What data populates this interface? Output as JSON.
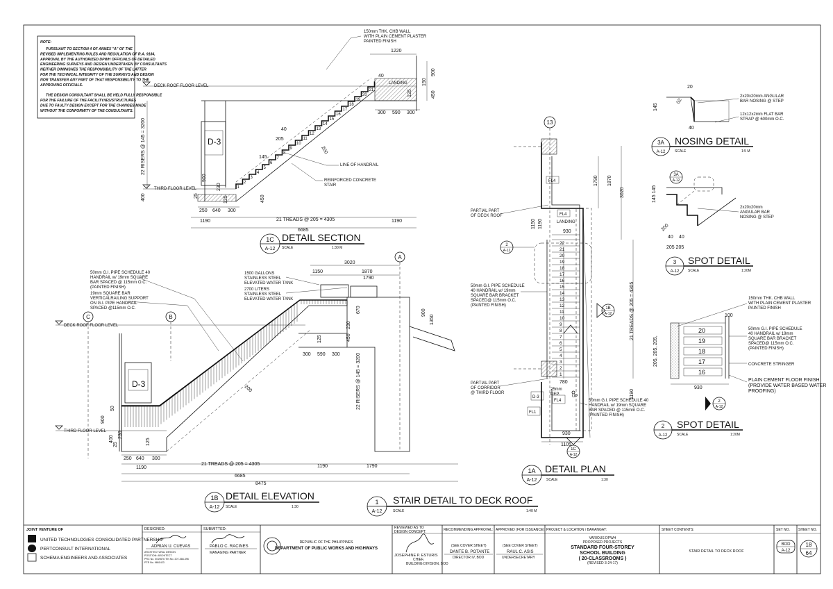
{
  "note": {
    "heading": "NOTE:",
    "lines": [
      "PURSUANT TO SECTION 4 OF ANNEX \"A\" OF THE",
      "REVISED IMPLEMENTING RULES AND REGULATION OF R.A. 9184,",
      "APPROVAL BY THE AUTHORIZED DPWH OFFICIALS OF DETAILED",
      "ENGINEERING SURVEYS AND DESIGN UNDERTAKEN BY CONSULTANTS",
      "NEITHER DIMINISHES THE RESPONSIBILITY OF THE LATTER",
      "FOR THE TECHNICAL INTEGRITY OF THE SURVEYS AND DESIGN",
      "NOR TRANSFER ANY PART OF THAT RESPONSIBILITY TO THE",
      "APPROVING OFFICIALS.",
      "",
      "THE DESIGN CONSULTANT SHALL BE HELD FULLY RESPONSIBLE",
      "FOR THE FAILURE OF THE FACILITY/IES/STRUCTURES",
      "DUE TO FAULTY DESIGN EXCEPT FOR THE CHANGES MADE",
      "WITHOUT THE CONFORMITY OF THE CONSULTANTS."
    ]
  },
  "section1c": {
    "wall_note": [
      "150mm THK. CHB WALL",
      "WITH PLAIN CEMENT PLASTER",
      "PAINTED FINISH"
    ],
    "deck_level": "DECK ROOF FLOOR LEVEL",
    "third_level": "THIRD FLOOR LEVEL",
    "door": "D-3",
    "landing": "LANDING",
    "handrail": "LINE OF HANDRAIL",
    "stair": [
      "REINFORCED CONCRETE",
      "STAIR"
    ],
    "risers": "22 RISERS @ 145 = 3200",
    "treads": "21 TREADS @ 205 = 4305",
    "d1220": "1220",
    "d40": "40",
    "d300a": "300",
    "d590": "590",
    "d300b": "300",
    "d900": "900",
    "d150": "150",
    "d450": "450",
    "d125": "125",
    "d250": "250",
    "d640": "640",
    "d300c": "300",
    "d1190a": "1190",
    "d1190b": "1190",
    "d6685": "6685",
    "d400": "400",
    "d230": "230",
    "d25": "25",
    "d145": "145",
    "d205": "205",
    "d40b": "40",
    "title_tag": "1C",
    "title_ref": "A-12",
    "title": "DETAIL SECTION",
    "scale_label": "SCALE",
    "scale": "1:30 M"
  },
  "elev1b": {
    "pipe_note": [
      "50mm G.I. PIPE SCHEDULE 40",
      "HANDRAIL w/ 19mm SQUARE",
      "BAR SPACED @ 115mm O.C.",
      "(PAINTED FINISH)"
    ],
    "bar_note": [
      "19mm SQUARE BAR",
      "VERTICALRAILING SUPPORT",
      "ON G.I. PIPE HANDRAIL",
      "SPACED @115mm O.C."
    ],
    "tank1": [
      "1500 GALLONS",
      "STAINLESS STEEL",
      "ELEVATED WATER TANK"
    ],
    "tank2": [
      "2700 LITERS",
      "STAINLESS STEEL",
      "ELEVATED WATER TANK"
    ],
    "deck_level": "DECK ROOF FLOOR LEVEL",
    "third_level": "THIRD FLOOR LEVEL",
    "door": "D-3",
    "grid_c": "C",
    "grid_b": "B",
    "grid_a": "A",
    "risers": "22 RISERS @ 145 = 3200",
    "treads": "21 TREADS @ 205 = 4305",
    "d3020": "3020",
    "d1150": "1150",
    "d1870": "1870",
    "d1790a": "1790",
    "d670": "670",
    "d230": "230",
    "d450": "450",
    "d125": "125",
    "d900": "900",
    "d1350": "1350",
    "d300a": "300",
    "d590": "590",
    "d300b": "300",
    "d200": "200",
    "d50": "50",
    "d900b": "900",
    "d250": "250",
    "d640": "640",
    "d300c": "300",
    "d1190a": "1190",
    "d1190b": "1190",
    "d1790b": "1790",
    "d6685": "6685",
    "d8475": "8475",
    "d400": "400",
    "d230b": "230",
    "d25": "25",
    "title_tag": "1B",
    "title_ref": "A-12",
    "title": "DETAIL ELEVATION",
    "scale_label": "SCALE",
    "scale": "1:30"
  },
  "plan1a": {
    "grid": "13",
    "fl4": "FL4",
    "fl4b": "FL4",
    "fl4c": "FL4",
    "fl1": "FL1",
    "door": "D-3",
    "landing": "LANDING",
    "deck_note": [
      "PARTIAL PART",
      "OF DECK ROOF"
    ],
    "corridor_note": [
      "PARTIAL PART",
      "OF CORRIDOR",
      "@ THIRD FLOOR"
    ],
    "pipe_note": [
      "50mm G.I. PIPE SCHEDULE",
      "40 HANDRAIL w/ 19mm",
      "SQUARE BAR BRACKET",
      "SPACED@ 115mm O.C.",
      "(PAINTED FINISH)"
    ],
    "pipe_note2": [
      "50mm G.I. PIPE SCHEDULE 40",
      "HANDRAIL w/ 19mm SQUARE",
      "BAR SPACED @ 115mm O.C.",
      "(PAINTED FINISH)"
    ],
    "dep": [
      "25mm",
      "DEP."
    ],
    "up": "UP",
    "treads": "21 TREADS @ 205 = 4305",
    "d1790": "1790",
    "d1870": "1870",
    "d3020": "3020",
    "d1150": "1150",
    "d1190a": "1190",
    "d930a": "930",
    "d780": "780",
    "d930b": "930",
    "d1105": "1105",
    "d1190b": "1190",
    "steps": [
      "22",
      "21",
      "20",
      "19",
      "18",
      "17",
      "16",
      "15",
      "14",
      "13",
      "12",
      "11",
      "10",
      "9",
      "8",
      "7",
      "6",
      "5",
      "4",
      "3",
      "2",
      "1"
    ],
    "callout_2": "2",
    "callout_2_ref": "A-12",
    "callout_1b": "1B",
    "callout_1b_ref": "A-12",
    "callout_1c": "1C",
    "callout_1c_ref": "A-12",
    "title_tag": "1A",
    "title_ref": "A-12",
    "title": "DETAIL PLAN",
    "scale_label": "SCALE",
    "scale": "1:30"
  },
  "nosing3a": {
    "note1": [
      "2x20x20mm ANGULAR",
      "BAR NOSING @ STEP"
    ],
    "note2": [
      "12x12x2mm FLAT BAR",
      "STRAP @ 600mm O.C."
    ],
    "d20": "20",
    "d145": "145",
    "d40": "40",
    "d02": "02",
    "title_tag": "3A",
    "title_ref": "A-12",
    "title": "NOSING DETAIL",
    "scale_label": "SCALE",
    "scale": "1:5 M"
  },
  "spot3": {
    "note": [
      "2x20x20mm",
      "ANGULAR BAR",
      "NOSING @ STEP"
    ],
    "d145": "145 145",
    "d40a": "40",
    "d40b": "40",
    "d205": "205 205",
    "d200": "200",
    "callout": "3A",
    "callout_ref": "A-12",
    "title_tag": "3",
    "title_ref": "A-12",
    "title": "SPOT DETAIL",
    "scale_label": "SCALE",
    "scale": "1:20M"
  },
  "spot2": {
    "wall_note": [
      "150mm THK. CHB WALL",
      "WITH PLAIN CEMENT PLASTER",
      "PAINTED FINISH"
    ],
    "pipe_note": [
      "50mm G.I. PIPE SCHEDULE",
      "40 HANDRAIL w/ 19mm",
      "SQUARE BAR BRACKET",
      "SPACED@ 115mm O.C.",
      "(PAINTED FINISH)"
    ],
    "stringer": "CONCRETE STRINGER",
    "floor_note": [
      "PLAIN CEMENT FLOOR FINISH",
      "(PROVIDE WATER BASED WATER",
      "PROOFING)"
    ],
    "steps": [
      "20",
      "19",
      "18",
      "17",
      "16"
    ],
    "d100": "100",
    "d205": "205, 205, 205,",
    "d930": "930",
    "callout": "2",
    "callout_ref": "A-12",
    "title_tag": "2",
    "title_ref": "A-12",
    "title": "SPOT DETAIL",
    "scale_label": "SCALE",
    "scale": "1:20M"
  },
  "main_title": {
    "tag": "1",
    "ref": "A-12",
    "title": "STAIR DETAIL TO DECK ROOF",
    "scale_label": "SCALE",
    "scale": "1:40 M"
  },
  "titleblock": {
    "jv": "JOINT VENTURE OF",
    "firms": [
      "UNITED TECHNOLOGIES CONSOLIDATED PARTNERSHIP",
      "PERTCONSULT INTERNATIONAL",
      "SCHEMA ENGINEERS AND ASSOCIATES"
    ],
    "designed": "DESIGNED:",
    "designer": "ADRIAN U. CUEVAS",
    "designer_role": [
      "ARCHITECTURAL DESIGN",
      "POSITION: ARCHITECT",
      "PRC No. 0019676    TIN No. 207-368-396",
      "PTR No. 9861423"
    ],
    "submitted": "SUBMITTED:",
    "submitter": "PABLO C. RACINES",
    "submitter_role": "MANAGING PARTNER",
    "republic": "REPUBLIC OF THE PHILIPPINES",
    "dept": "DEPARTMENT OF PUBLIC WORKS AND HIGHWAYS",
    "reviewed": [
      "REVIEWED AS TO",
      "DESIGN CONCEPT:"
    ],
    "reviewer": "JOSEPHINE P. ESTURIS",
    "reviewer_role": [
      "CHIEF,",
      "BUILDING DIVISION, BOD"
    ],
    "recommending": "RECOMMENDING APPROVAL:",
    "see_cover1": "(SEE COVER SHEET)",
    "recommender": "DANTE B. POTANTE",
    "recommender_role": "DIRECTOR IV, BOD",
    "approved": "APPROVED (FOR ISSUANCE):",
    "see_cover2": "(SEE COVER SHEET)",
    "approver": "RAUL C. ASIS",
    "approver_role": "UNDERSECRETARY",
    "project_hdr": "PROJECT & LOCATION / BARANGAY:",
    "project": [
      "VARIOUS DPWH",
      "PROPOSED PROJECTS",
      "STANDARD FOUR-STOREY",
      "SCHOOL BUILDING",
      "( 20-CLASSROOMS )",
      "(REVISED 3-24-17)"
    ],
    "contents_hdr": "SHEET CONTENTS:",
    "contents": "STAIR DETAIL TO DECK ROOF",
    "setno_hdr": "SET NO.",
    "setno": [
      "BOD",
      "A-12"
    ],
    "sheetno_hdr": "SHEET NO.",
    "sheet": "18",
    "total": "64"
  }
}
